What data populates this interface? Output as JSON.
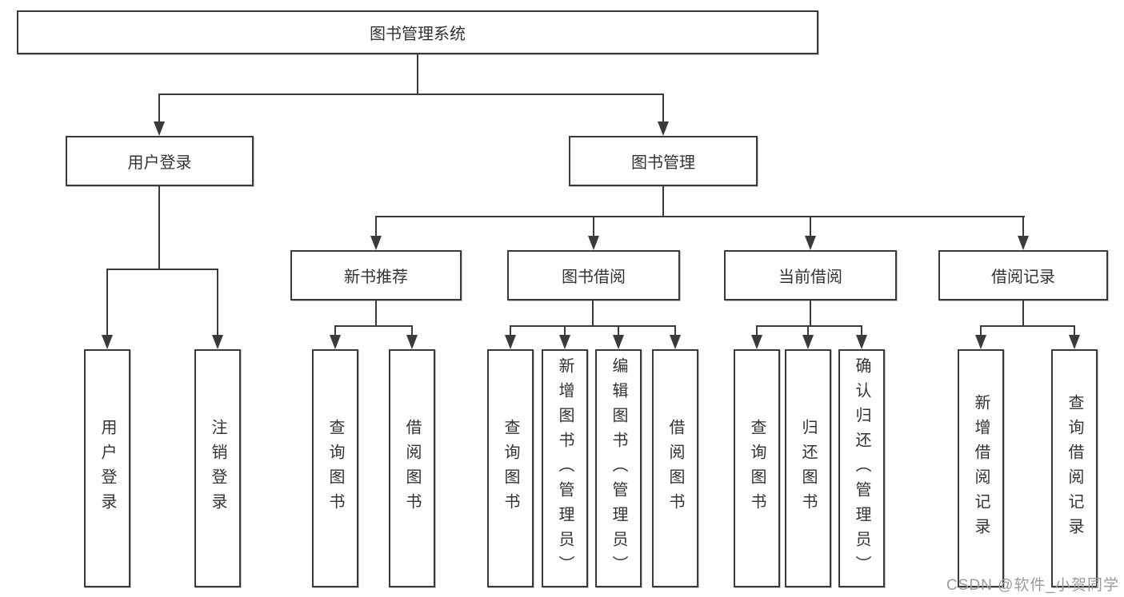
{
  "root": {
    "label": "图书管理系统"
  },
  "level2": {
    "user_login": {
      "label": "用户登录"
    },
    "book_mgmt": {
      "label": "图书管理"
    }
  },
  "level3": {
    "new_books": {
      "label": "新书推荐"
    },
    "borrowing": {
      "label": "图书借阅"
    },
    "current": {
      "label": "当前借阅"
    },
    "records": {
      "label": "借阅记录"
    }
  },
  "leaves": {
    "login": {
      "label": "用户登录"
    },
    "logout": {
      "label": "注销登录"
    },
    "nb_query": {
      "label": "查询图书"
    },
    "nb_borrow": {
      "label": "借阅图书"
    },
    "bw_query": {
      "label": "查询图书"
    },
    "bw_add": {
      "label": "新增图书（管理员）"
    },
    "bw_edit": {
      "label": "编辑图书（管理员）"
    },
    "bw_borrow": {
      "label": "借阅图书"
    },
    "cu_query": {
      "label": "查询图书"
    },
    "cu_return": {
      "label": "归还图书"
    },
    "cu_confirm": {
      "label": "确认归还（管理员）"
    },
    "rc_add": {
      "label": "新增借阅记录"
    },
    "rc_query": {
      "label": "查询借阅记录"
    }
  },
  "watermark": {
    "label": "CSDN @软件_小贺同学"
  },
  "colors": {
    "line": "#3a3a3a",
    "text": "#333333",
    "background": "#ffffff",
    "watermark": "#9b9b9b"
  }
}
